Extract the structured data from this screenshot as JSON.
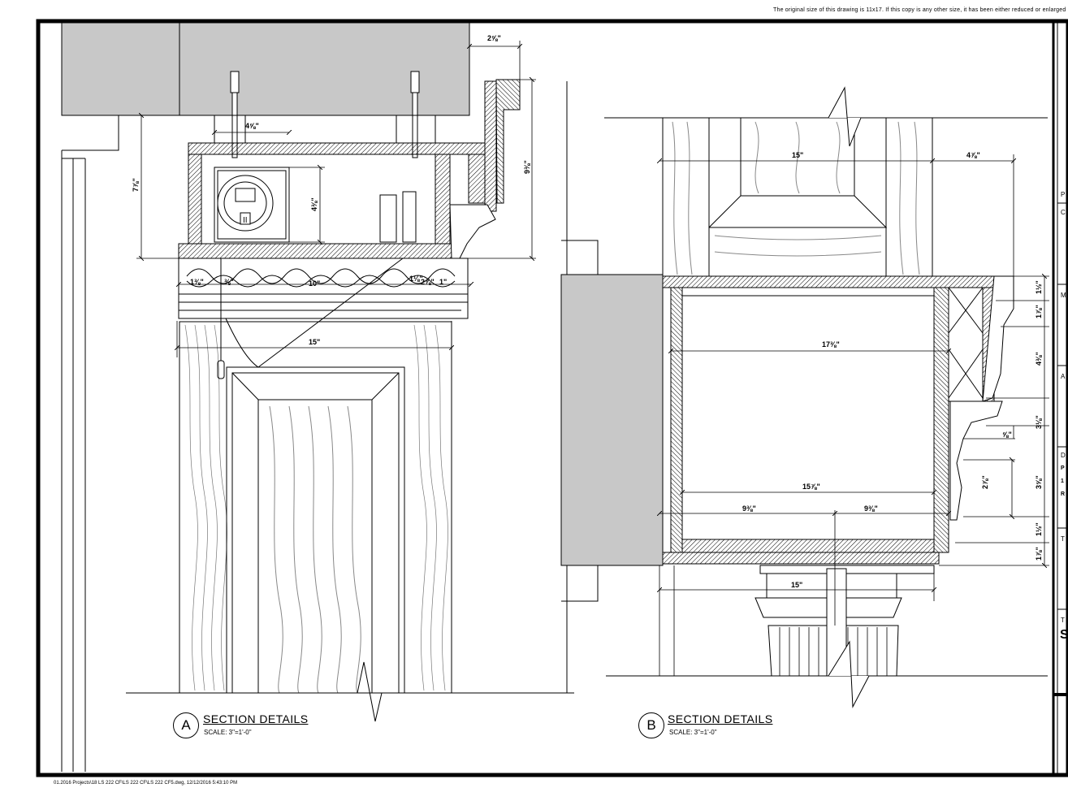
{
  "sheet": {
    "top_note": "The original size of this drawing is 11x17. If this copy is any other size, it has been either reduced or enlarged",
    "bottom_note": "01.2016 Projects\\18 LS 222 CF\\LS 222 CF\\LS 222 CF5.dwg, 12/12/2016 5:43:10 PM"
  },
  "detail_a": {
    "marker": "A",
    "title": "SECTION DETAILS",
    "scale": "SCALE: 3\"=1'-0\"",
    "dims": {
      "top_offset": "2⅝\"",
      "overall_height": "9⅜\"",
      "left_height": "7⅞\"",
      "box_width": "4⅝\"",
      "box_height": "4⅜\"",
      "d_left": "1⅜\"",
      "d_small": "⅜\"",
      "d_center": "10\"",
      "d_right_a": "1⅛\"",
      "d_right_b": "2⅞\"",
      "d_right_c": "1\"",
      "d_overall": "15\""
    }
  },
  "detail_b": {
    "marker": "B",
    "title": "SECTION DETAILS",
    "scale": "SCALE: 3\"=1'-0\"",
    "dims": {
      "top_width": "15\"",
      "right_offset": "4⅞\"",
      "inner_width": "17⅜\"",
      "bottom_inner": "15⅞\"",
      "half_left": "9⅜\"",
      "half_right": "9⅜\"",
      "base_width": "15\"",
      "r1": "1½\"",
      "r2": "1⅞\"",
      "r3": "4⅜\"",
      "r4": "⅝\"",
      "r5": "3⅛\"",
      "r6": "2⅞\"",
      "r7": "3⅝\"",
      "r8": "1½\"",
      "r9": "1⅞\""
    }
  },
  "title_block": {
    "labels": [
      "P",
      "C",
      "M",
      "A",
      "D",
      "T",
      "T"
    ],
    "small": [
      "P",
      "1",
      "R"
    ],
    "sheet_code": "S"
  }
}
